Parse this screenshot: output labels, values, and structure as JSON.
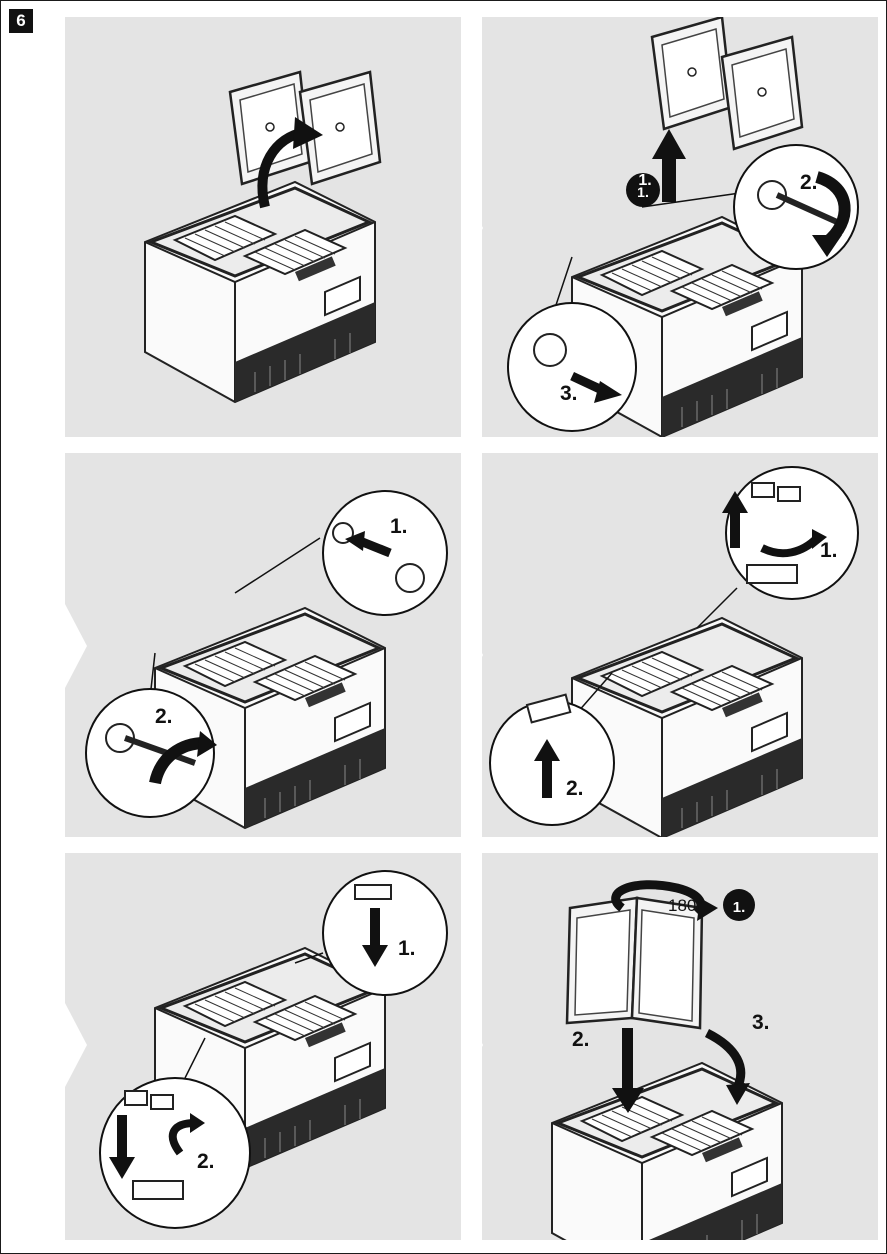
{
  "figure": {
    "number": "6"
  },
  "panels": [
    {
      "id": "p1",
      "labels": []
    },
    {
      "id": "p2",
      "labels": [
        "1.",
        "2.",
        "3."
      ]
    },
    {
      "id": "p3",
      "labels": [
        "1.",
        "2."
      ]
    },
    {
      "id": "p4",
      "labels": [
        "1.",
        "2."
      ]
    },
    {
      "id": "p5",
      "labels": [
        "1.",
        "2."
      ]
    },
    {
      "id": "p6",
      "labels": [
        "180°",
        "1.",
        "2.",
        "3."
      ]
    }
  ],
  "icons": [
    "cooler-illustration",
    "lid-rotate-arrow",
    "lift-arrow",
    "hinge-pin-detail",
    "screw-detail",
    "bracket-detail"
  ],
  "colors": {
    "panel_bg": "#e4e4e4",
    "ink": "#111111",
    "badge_bg": "#111111"
  }
}
